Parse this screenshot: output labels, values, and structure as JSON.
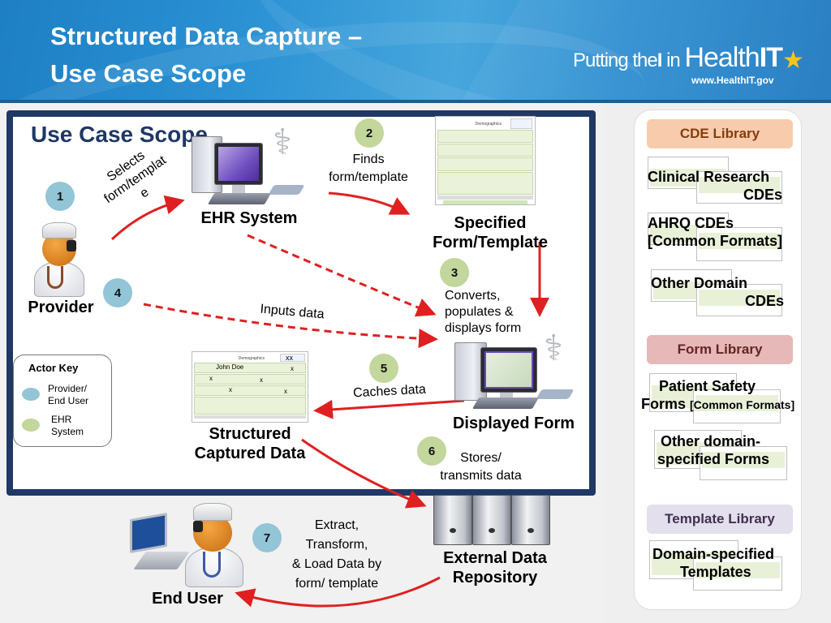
{
  "header": {
    "title_line1": "Structured Data Capture –",
    "title_line2": "Use Case Scope",
    "logo_prefix": "Putting the",
    "logo_i": "I",
    "logo_in": " in ",
    "logo_health": "Health",
    "logo_it": "IT",
    "logo_url": "www.HealthIT.gov"
  },
  "diagram": {
    "title": "Use Case Scope",
    "actors": {
      "provider": "Provider",
      "ehr_system": "EHR System",
      "specified_form_line1": "Specified",
      "specified_form_line2": "Form/Template",
      "displayed_form": "Displayed Form",
      "structured_line1": "Structured",
      "structured_line2": "Captured Data",
      "external_line1": "External Data",
      "external_line2": "Repository",
      "end_user": "End User"
    },
    "steps": [
      {
        "num": "1",
        "color": "blue",
        "text": "Selects form/templat e"
      },
      {
        "num": "2",
        "color": "green",
        "text_line1": "Finds",
        "text_line2": "form/template"
      },
      {
        "num": "3",
        "color": "green",
        "text_line1": "Converts,",
        "text_line2": "populates &",
        "text_line3": "displays form"
      },
      {
        "num": "4",
        "color": "blue",
        "text": "Inputs data"
      },
      {
        "num": "5",
        "color": "green",
        "text": "Caches data"
      },
      {
        "num": "6",
        "color": "green",
        "text_line1": "Stores/",
        "text_line2": "transmits data"
      },
      {
        "num": "7",
        "color": "blue",
        "text_line1": "Extract,",
        "text_line2": "Transform,",
        "text_line3": "& Load Data by",
        "text_line4": "form/ template"
      }
    ],
    "selects_label_line1": "Selects",
    "selects_label_line2": "form/templat",
    "selects_label_line3": "e",
    "form_thumb": {
      "title": "Demographics",
      "name_value": "John Doe",
      "mark": "x",
      "mark_double": "xx"
    },
    "actor_key": {
      "title": "Actor Key",
      "items": [
        {
          "label_line1": "Provider/",
          "label_line2": "End User",
          "color": "#92c5d6"
        },
        {
          "label_line1": "EHR",
          "label_line2": "System",
          "color": "#c3d69b"
        }
      ]
    },
    "colors": {
      "frame": "#1f3864",
      "arrow": "#e02020",
      "badge_blue": "#92c5d6",
      "badge_green": "#c3d69b"
    }
  },
  "sidebar": {
    "cde_library": {
      "header": "CDE Library",
      "color": "#f8cbad",
      "items": [
        {
          "line1": "Clinical Research",
          "line2": "CDEs"
        },
        {
          "line1": "AHRQ CDEs",
          "line2": "[Common Formats]"
        },
        {
          "line1": "Other Domain",
          "line2": "CDEs"
        }
      ]
    },
    "form_library": {
      "header": "Form Library",
      "color": "#e6b9b8",
      "items": [
        {
          "line1": "Patient Safety",
          "line2a": "Forms ",
          "line2b": "[Common Formats]"
        },
        {
          "line1": "Other domain-",
          "line2": "specified Forms"
        }
      ]
    },
    "template_library": {
      "header": "Template Library",
      "color": "#e4dfec",
      "items": [
        {
          "line1": "Domain-specified",
          "line2": "Templates"
        }
      ]
    }
  }
}
